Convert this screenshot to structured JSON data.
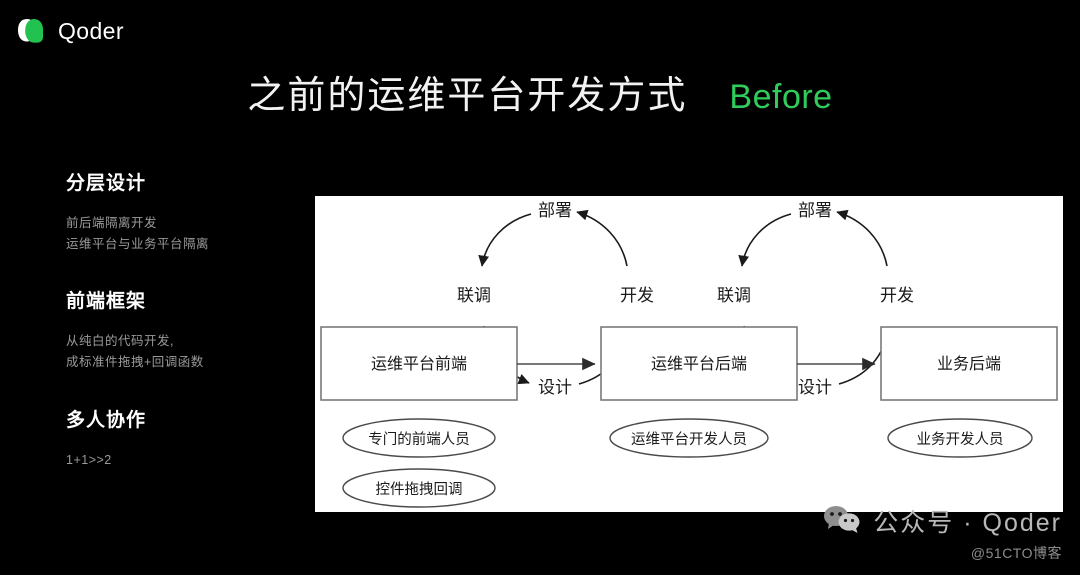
{
  "brand": {
    "name": "Qoder",
    "logo_icon": "qoder-logo-icon",
    "green": "#2fcc5c"
  },
  "title": {
    "cn": "之前的运维平台开发方式",
    "en": "Before"
  },
  "features": [
    {
      "heading": "分层设计",
      "lines": [
        "前后端隔离开发",
        "运维平台与业务平台隔离"
      ]
    },
    {
      "heading": "前端框架",
      "lines": [
        "从纯白的代码开发,",
        "成标准件拖拽+回调函数"
      ]
    },
    {
      "heading": "多人协作",
      "lines": [
        "1+1>>2"
      ]
    }
  ],
  "diagram": {
    "cycles": [
      {
        "top": "部署",
        "left": "联调",
        "bottom": "设计",
        "right": "开发"
      },
      {
        "top": "部署",
        "left": "联调",
        "bottom": "设计",
        "right": "开发"
      }
    ],
    "boxes": [
      {
        "label": "运维平台前端"
      },
      {
        "label": "运维平台后端"
      },
      {
        "label": "业务后端"
      }
    ],
    "ellipses": [
      {
        "label": "专门的前端人员"
      },
      {
        "label": "控件拖拽回调"
      },
      {
        "label": "运维平台开发人员"
      },
      {
        "label": "业务开发人员"
      }
    ]
  },
  "watermark": {
    "icon": "wechat-icon",
    "text": "公众号 · Qoder",
    "sub": "@51CTO博客"
  }
}
